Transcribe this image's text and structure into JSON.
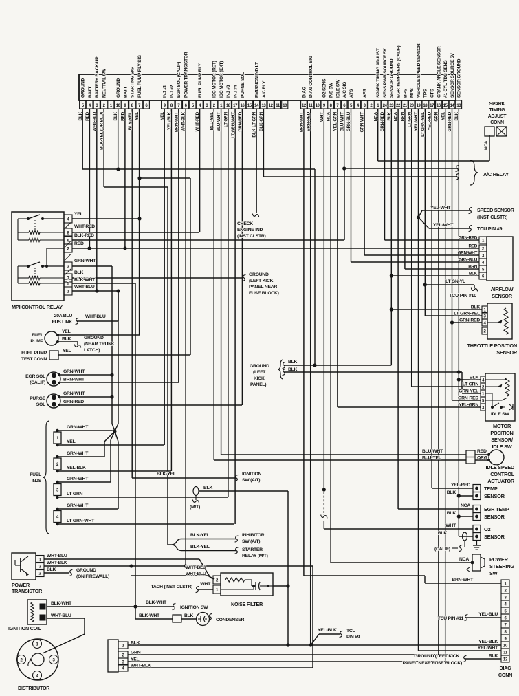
{
  "ecu": {
    "groups": [
      {
        "pins": [
          {
            "n": "5",
            "signal": "GROUND",
            "wire": "BLK"
          },
          {
            "n": "4",
            "signal": "BATT",
            "wire": "RED"
          },
          {
            "n": "3",
            "signal": "BATTERY BACK-UP",
            "wire": "WHT-BLU"
          },
          {
            "n": "2",
            "signal": "NEUTRAL SW",
            "wire": "BLK-YEL (OR BLU)"
          },
          {
            "n": "1"
          },
          {
            "n": "10",
            "signal": "GROUND",
            "wire": "BLK"
          },
          {
            "n": "9",
            "signal": "BATT",
            "wire": "RED"
          },
          {
            "n": "8",
            "signal": "STARTING SIG",
            "wire": "BLK-YEL"
          },
          {
            "n": "7",
            "signal": "FUEL PUMP RLY SIG",
            "wire": "YEL"
          },
          {
            "n": "6"
          }
        ]
      },
      {
        "pins": [
          {
            "n": "9",
            "signal": "INJ #1",
            "wire": "YEL"
          },
          {
            "n": "8",
            "signal": "INJ #2",
            "wire": "YEL-BLK"
          },
          {
            "n": "7",
            "signal": "EGR SOL (CALIF)",
            "wire": "BRN-WHT"
          },
          {
            "n": "6",
            "signal": "POWER TRANSISTOR",
            "wire": "WHT-BLK"
          },
          {
            "n": "5"
          },
          {
            "n": "4",
            "signal": "FUEL PUMP RLY",
            "wire": "WHT-RED"
          },
          {
            "n": "3"
          },
          {
            "n": "2",
            "signal": "ISC MOTOR (RET)",
            "wire": "BLU-YEL"
          },
          {
            "n": "1",
            "signal": "ISC MOTOR (EXT)",
            "wire": "BLU-WHT"
          },
          {
            "n": "18",
            "signal": "INJ #3",
            "wire": "LT GRN"
          },
          {
            "n": "17",
            "signal": "INJ #4",
            "wire": "LT GRN-WHT"
          },
          {
            "n": "16",
            "signal": "PURGE SOL",
            "wire": "GRN-RED"
          },
          {
            "n": "15"
          },
          {
            "n": "14",
            "signal": "EMISSION IND LT",
            "wire": "BLK-LT GRN"
          },
          {
            "n": "13",
            "signal": "A/C RLY",
            "wire": "BLK-GRN"
          },
          {
            "n": "12"
          },
          {
            "n": "11"
          },
          {
            "n": "10"
          }
        ]
      },
      {
        "pins": [
          {
            "n": "12",
            "signal": "DIAG",
            "wire": "BRN-WHT"
          },
          {
            "n": "11",
            "signal": "DIAG CONTROL SIG",
            "wire": "BRN-RED"
          },
          {
            "n": "10"
          },
          {
            "n": "9",
            "signal": "O2 SENS",
            "wire": "WHT"
          },
          {
            "n": "8",
            "signal": "P/S SW",
            "wire": "NCA"
          },
          {
            "n": "7",
            "signal": "IDLE SW",
            "wire": "YEL-GRN"
          },
          {
            "n": "6",
            "signal": "A/C SIG",
            "wire": "BLU-WHT"
          },
          {
            "n": "5",
            "signal": "ATS",
            "wire": "GRN-BLU"
          },
          {
            "n": "4"
          },
          {
            "n": "3",
            "signal": "AFS",
            "wire": "GRN-WHT"
          },
          {
            "n": "2"
          },
          {
            "n": "1",
            "signal": "SPARK TIMING ADJUST",
            "wire": "NCA"
          },
          {
            "n": "24",
            "signal": "SENS PWR SOURCE 5V",
            "wire": "GRN-RED"
          },
          {
            "n": "23",
            "signal": "SENSOR GROUND",
            "wire": "BLK"
          },
          {
            "n": "22",
            "signal": "EGR TEMP SENS (CALIF)",
            "wire": "NCA"
          },
          {
            "n": "21",
            "signal": "BPS",
            "wire": "BRN"
          },
          {
            "n": "20",
            "signal": "MPS",
            "wire": "LT GRN"
          },
          {
            "n": "19",
            "signal": "VEHICLE SPEED SENSOR",
            "wire": "YEL-WHT"
          },
          {
            "n": "18",
            "signal": "TPS",
            "wire": "LT GRN-YEL"
          },
          {
            "n": "17",
            "signal": "CTS",
            "wire": "YEL-RED"
          },
          {
            "n": "16",
            "signal": "CRANK ANGLE SENSOR",
            "wire": "GRN"
          },
          {
            "n": "15",
            "signal": "#1 CYL TDC SENS",
            "wire": "YEL"
          },
          {
            "n": "14",
            "signal": "SENSOR SOURCE 5V",
            "wire": "GRN-RED"
          },
          {
            "n": "13",
            "signal": "SENSOR GROUND",
            "wire": "BLK"
          }
        ]
      }
    ]
  },
  "left": {
    "mpi_relay": {
      "pins": [
        {
          "n": "4",
          "wire": "YEL"
        },
        {
          "n": "8",
          "wire": "WHT-RED"
        },
        {
          "n": "6",
          "wire": "BLK-RED"
        },
        {
          "n": "2",
          "wire": "RED"
        },
        {
          "n": "3",
          "wire": "GRN-WHT"
        },
        {
          "n": "7",
          "wire": "BLK"
        },
        {
          "n": "5",
          "wire": "BLK-WHT"
        },
        {
          "n": "1",
          "wire": "WHT-BLU"
        }
      ],
      "name": "MPI CONTROL RELAY"
    },
    "fus_link": {
      "label_lines": [
        "20A BLU",
        "FUS LINK"
      ],
      "wire": "WHT-BLU"
    },
    "fuel_pump": {
      "name_lines": [
        "FUEL",
        "PUMP"
      ],
      "wire_top": "YEL",
      "wire_bottom": "BLK",
      "ground_lines": [
        "GROUND",
        "(NEAR TRUNK",
        "LATCH)"
      ]
    },
    "fuel_pump_test_conn": {
      "name_lines": [
        "FUEL PUMP",
        "TEST CONN"
      ],
      "wire": "YEL"
    },
    "egr_sol": {
      "name_lines": [
        "EGR SOL",
        "(CALIF)"
      ],
      "wire_top": "GRN-WHT",
      "wire_bottom": "BRN-WHT"
    },
    "purge_sol": {
      "name_lines": [
        "PURGE",
        "SOL"
      ],
      "wire_top": "GRN-WHT",
      "wire_bottom": "GRN-RED"
    },
    "fuel_injectors": {
      "group_label_lines": [
        "FUEL",
        "INJS"
      ],
      "items": [
        {
          "n": "1",
          "wire_top": "GRN-WHT",
          "wire_bottom": "YEL"
        },
        {
          "n": "2",
          "wire_top": "GRN-WHT",
          "wire_bottom": "YEL-BLK"
        },
        {
          "n": "3",
          "wire_top": "GRN-WHT",
          "wire_bottom": "LT GRN"
        },
        {
          "n": "4",
          "wire_top": "GRN-WHT",
          "wire_bottom": "LT GRN-WHT"
        }
      ]
    },
    "power_transistor": {
      "pins": [
        {
          "n": "1",
          "wire": "WHT-BLU"
        },
        {
          "n": "3",
          "wire": "WHT-BLK"
        },
        {
          "n": "2",
          "wire": "BLK"
        }
      ],
      "name_lines": [
        "POWER",
        "TRANSISTOR"
      ],
      "ground_lines": [
        "GROUND",
        "(ON FIREWALL)"
      ]
    },
    "noise_filter": {
      "wire_in_top": "WHT-BLU",
      "wire_in_bottom": "WHT-BLU",
      "pins": [
        {
          "n": "2"
        },
        {
          "n": "1"
        }
      ],
      "name": "NOISE FILTER",
      "wire_pin1": "WHT"
    },
    "tach": {
      "label": "TACH (INST CLSTR)"
    },
    "ignition_coil": {
      "name": "IGNITION COIL",
      "wire_top": "BLK-WHT",
      "wire_bottom": "WHT-BLU"
    },
    "ignition_sw": {
      "wire": "BLK-WHT",
      "label": "IGNITION SW"
    },
    "condenser": {
      "wire_left": "BLK-WHT",
      "wire_right": "BLK",
      "label": "CONDENSER"
    },
    "distributor": {
      "plugs": [
        "1",
        "2",
        "3",
        "4"
      ],
      "pins": [
        {
          "n": "1",
          "wire": "BLK"
        },
        {
          "n": "2",
          "wire": "GRN"
        },
        {
          "n": "3",
          "wire": "YEL"
        },
        {
          "n": "4",
          "wire": "WHT-BLK"
        }
      ],
      "name": "DISTRIBUTOR"
    }
  },
  "middle": {
    "ignition_sw_at": {
      "wire": "BLK-YEL",
      "label_lines": [
        "IGNITION",
        "SW (A/T)"
      ]
    },
    "inhibitor_sw": {
      "wire": "BLK-YEL",
      "label_lines": [
        "INHIBITOR",
        "SW (A/T)"
      ]
    },
    "starter_relay": {
      "wire": "BLK-YEL",
      "label_lines": [
        "STARTER",
        "RELAY (M/T)"
      ]
    },
    "mt_branch": {
      "wire": "BLK",
      "label": "(M/T)"
    },
    "check_engine": {
      "label_lines": [
        "CHECK",
        "ENGINE IND",
        "(INST CLSTR)"
      ]
    },
    "ground_kick_fuse": {
      "label_lines": [
        "GROUND",
        "(LEFT KICK",
        "PANEL NEAR",
        "FUSE BLOCK)"
      ]
    },
    "ground_kick": {
      "label_lines": [
        "GROUND",
        "(LEFT",
        "KICK",
        "PANEL)"
      ],
      "wire_top": "BLK",
      "wire_bottom": "BLK"
    },
    "tcu_pin9_bottom": {
      "wire": "YEL-BLK",
      "label_lines": [
        "TCU",
        "PIN #9"
      ]
    }
  },
  "right": {
    "spark_timing_conn": {
      "name_lines": [
        "SPARK",
        "TIMING",
        "ADJUST",
        "CONN"
      ],
      "wire": "NCA"
    },
    "ac_relay": {
      "name": "A/C RELAY"
    },
    "speed_sensor": {
      "wire": "YEL-WHT",
      "label_lines": [
        "SPEED SENSOR",
        "(INST CLSTR)"
      ]
    },
    "tcu_pin9": {
      "wire": "YEL-WHT",
      "label": "TCU PIN #9"
    },
    "airflow_sensor": {
      "pins": [
        {
          "n": "1",
          "wire": "GRN-RED"
        },
        {
          "n": "2",
          "wire": "RED"
        },
        {
          "n": "3",
          "wire": "GRN-WHT"
        },
        {
          "n": "4",
          "wire": "GRN-BLU"
        },
        {
          "n": "5",
          "wire": "BRN"
        },
        {
          "n": "6",
          "wire": "BLK"
        }
      ],
      "name_lines": [
        "AIRFLOW",
        "SENSOR"
      ]
    },
    "tcu_pin10": {
      "wire": "LT GN-YL",
      "label": "TCU PIN #10"
    },
    "tps": {
      "pins": [
        {
          "n": "1",
          "wire": "BLK"
        },
        {
          "n": "3",
          "wire": "LT GRN-YEL"
        },
        {
          "n": "4",
          "wire": "GRN-RED"
        },
        {
          "n": "2"
        }
      ],
      "name_lines": [
        "THROTTLE POSITION",
        "SENSOR"
      ]
    },
    "motor_position_sensor": {
      "pins": [
        {
          "n": "4",
          "wire": "BLK"
        },
        {
          "n": "2",
          "wire": "LT GRN"
        },
        {
          "n": "1",
          "wire": "GRN-YEL"
        },
        {
          "n": "5",
          "wire": "GRN-RED"
        },
        {
          "n": "3",
          "wire": "YEL-GRN"
        }
      ],
      "idle_sw_label": "IDLE SW",
      "name_lines": [
        "MOTOR",
        "POSITION",
        "SENSOR/",
        "IDLE SW"
      ]
    },
    "isc_actuator": {
      "wire_left_top": "BLU-WHT",
      "wire_left_bottom": "BLU-YEL",
      "wire_right_top": "RED",
      "wire_right_bottom": "ORG",
      "name_lines": [
        "IDLE SPEED",
        "CONTROL",
        "ACTUATOR"
      ]
    },
    "temp_sensor": {
      "wire_top": "YEL-RED",
      "wire_bottom": "BLK",
      "name_lines": [
        "TEMP",
        "SENSOR"
      ]
    },
    "egr_temp_sensor": {
      "wire_top": "NCA",
      "wire_bottom": "BLK",
      "name_lines": [
        "EGR TEMP",
        "SENSOR"
      ]
    },
    "o2_sensor": {
      "wire_top": "WHT",
      "wire_bottom": "BLK",
      "name_lines": [
        "O2",
        "SENSOR"
      ],
      "calif_label": "(CALIF)"
    },
    "ps_sw": {
      "wire": "NCA",
      "name_lines": [
        "POWER",
        "STEERING",
        "SW"
      ]
    },
    "diag_conn": {
      "pins": [
        "1",
        "2",
        "3",
        "4",
        "5",
        "6",
        "7",
        "8",
        "9",
        "10",
        "11",
        "12"
      ],
      "name_lines": [
        "DIAG",
        "CONN"
      ],
      "wire_pin1": "BRN-WHT",
      "wire_pin10": "YEL-BLK",
      "wire_pin11": "YEL-WHT",
      "wire_pin12": "BLK",
      "ground_lines": [
        "GROUND (LEFT KICK",
        "PANEL NEAR FUSE BLOCK)"
      ]
    },
    "tcu_pin11": {
      "label": "TCU PIN #11",
      "wire": "YEL-BLU"
    }
  }
}
